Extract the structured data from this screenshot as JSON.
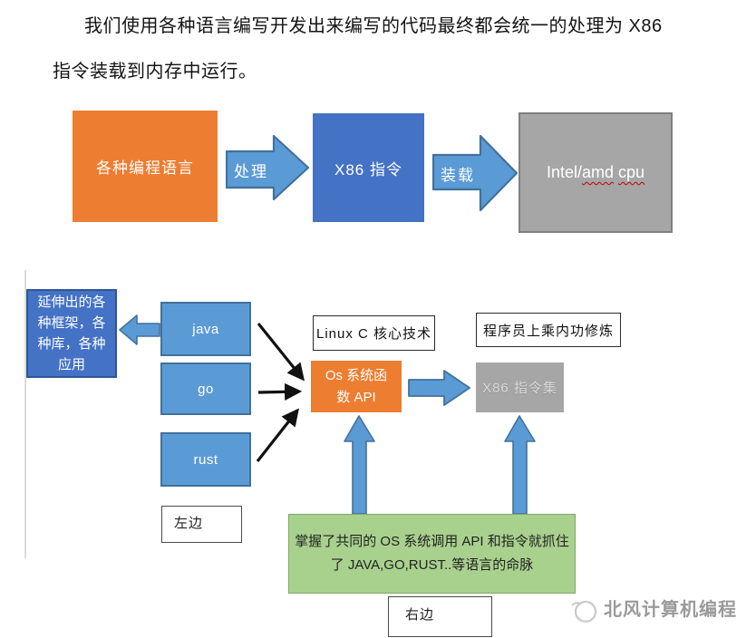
{
  "heading": {
    "line1": "我们使用各种语言编写开发出来编写的代码最终都会统一的处理为 X86",
    "line2": "指令装载到内存中运行。"
  },
  "flow1": {
    "languages_box": "各种编程语言",
    "process_arrow_label": "处理",
    "x86_box": "X86 指令",
    "load_arrow_label": "装载",
    "cpu_box": {
      "prefix": "Intel/",
      "amd": "amd",
      "space": " ",
      "cpu": "cpu"
    }
  },
  "flow2": {
    "extension_box": "延伸出的各\n种框架，各\n种库，各种\n应用",
    "langs": [
      "java",
      "go",
      "rust"
    ],
    "linux_box": "Linux C 核心技术",
    "master_box": "程序员上乘内功修炼",
    "os_box": "Os 系统函\n数 API",
    "x86set_box": "X86 指令集",
    "left_label": "左边",
    "right_label": "右边",
    "green_box": "掌握了共同的 OS  系统调用 API 和指令就抓住\n了 JAVA,GO,RUST..等语言的命脉"
  },
  "watermark": {
    "text": "北风计算机编程"
  },
  "colors": {
    "orange": "#ED7D31",
    "blue_dark": "#4472C4",
    "blue_mid": "#5B9BD5",
    "blue_border": "#41719C",
    "gray_box": "#A6A6A6",
    "green_fill": "#A9D18E",
    "green_border": "#7FA865",
    "underline_red": "#C00000"
  }
}
